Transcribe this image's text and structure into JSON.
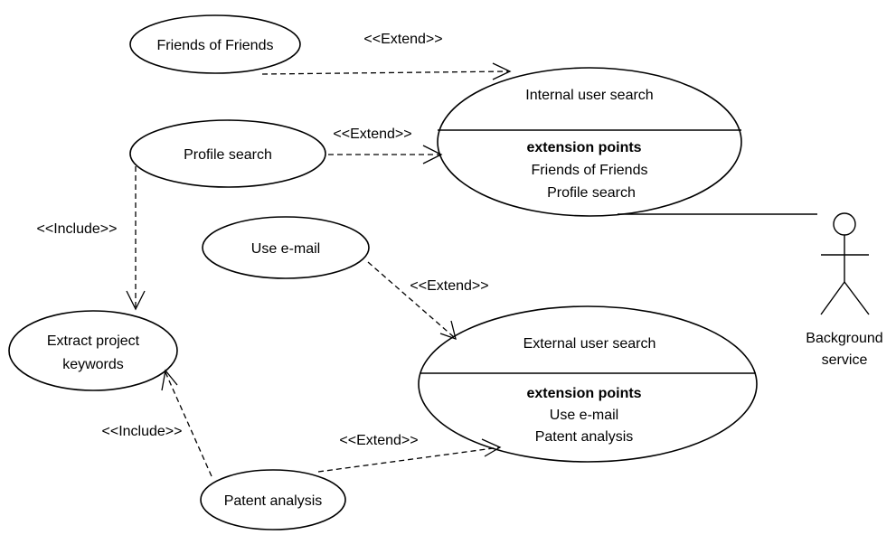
{
  "diagram": {
    "use_cases": {
      "friends_of_friends": "Friends of Friends",
      "profile_search": "Profile search",
      "use_email": "Use e-mail",
      "extract_keywords": [
        "Extract project",
        "keywords"
      ],
      "patent_analysis": "Patent analysis",
      "internal_search": {
        "name": "Internal user search",
        "ext_header": "extension points",
        "ext_points": [
          "Friends of Friends",
          "Profile search"
        ]
      },
      "external_search": {
        "name": "External user search",
        "ext_header": "extension points",
        "ext_points": [
          "Use e-mail",
          "Patent analysis"
        ]
      }
    },
    "actor": {
      "name": [
        "Background",
        "service"
      ]
    },
    "relationships": {
      "fof_extend": "<<Extend>>",
      "profile_extend": "<<Extend>>",
      "profile_include": "<<Include>>",
      "email_extend": "<<Extend>>",
      "patent_include": "<<Include>>",
      "patent_extend": "<<Extend>>"
    }
  }
}
